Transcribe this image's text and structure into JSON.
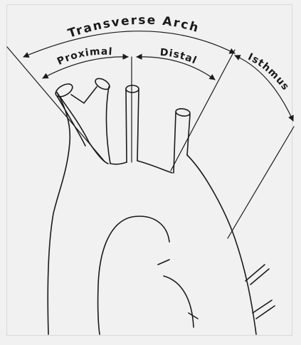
{
  "labels": {
    "transverse_arch": "Transverse Arch",
    "proximal": "Proximal",
    "distal": "Distal",
    "isthmus": "Isthmus"
  },
  "colors": {
    "ink": "#1a1a1a",
    "paper": "#f1f1f1"
  }
}
